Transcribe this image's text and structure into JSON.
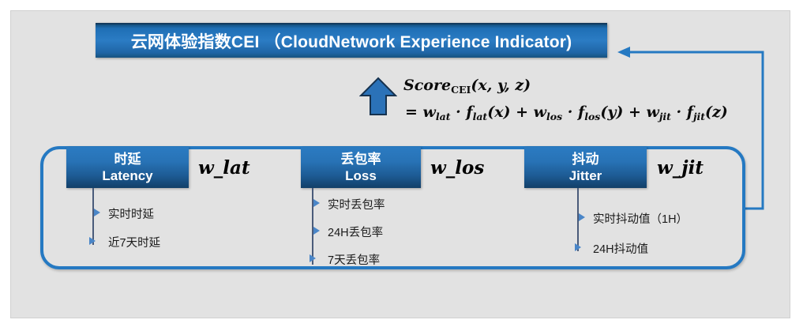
{
  "diagram": {
    "title": "云网体验指数CEI （CloudNetwork Experience Indicator)",
    "formula_line1_main": "Score",
    "formula_line1_sub": "CEI",
    "formula_line1_tail": "(x, y, z)",
    "formula_line2": "= w_lat · f_lat(x) + w_los · f_los(y) + w_jit · f_jit(z)",
    "colors": {
      "canvas_bg": "#e2e2e2",
      "accent_blue": "#2579c2",
      "header_blue_light": "#2b7bc2",
      "header_blue_dark": "#123f68",
      "bullet_marker": "#4a86c8",
      "text_dark": "#1a1a1a"
    },
    "metrics": [
      {
        "name_cn": "时延",
        "name_en": "Latency",
        "weight": "w_lat",
        "items": [
          "实时时延",
          "近7天时延"
        ]
      },
      {
        "name_cn": "丢包率",
        "name_en": "Loss",
        "weight": "w_los",
        "items": [
          "实时丢包率",
          "24H丢包率",
          "7天丢包率"
        ]
      },
      {
        "name_cn": "抖动",
        "name_en": "Jitter",
        "weight": "w_jit",
        "items": [
          "实时抖动值（1H）",
          "24H抖动值"
        ]
      }
    ],
    "icons": {
      "up_arrow": "up-arrow-icon",
      "feedback_arrow": "feedback-arrow-icon",
      "bullet": "triangle-bullet-icon"
    }
  }
}
